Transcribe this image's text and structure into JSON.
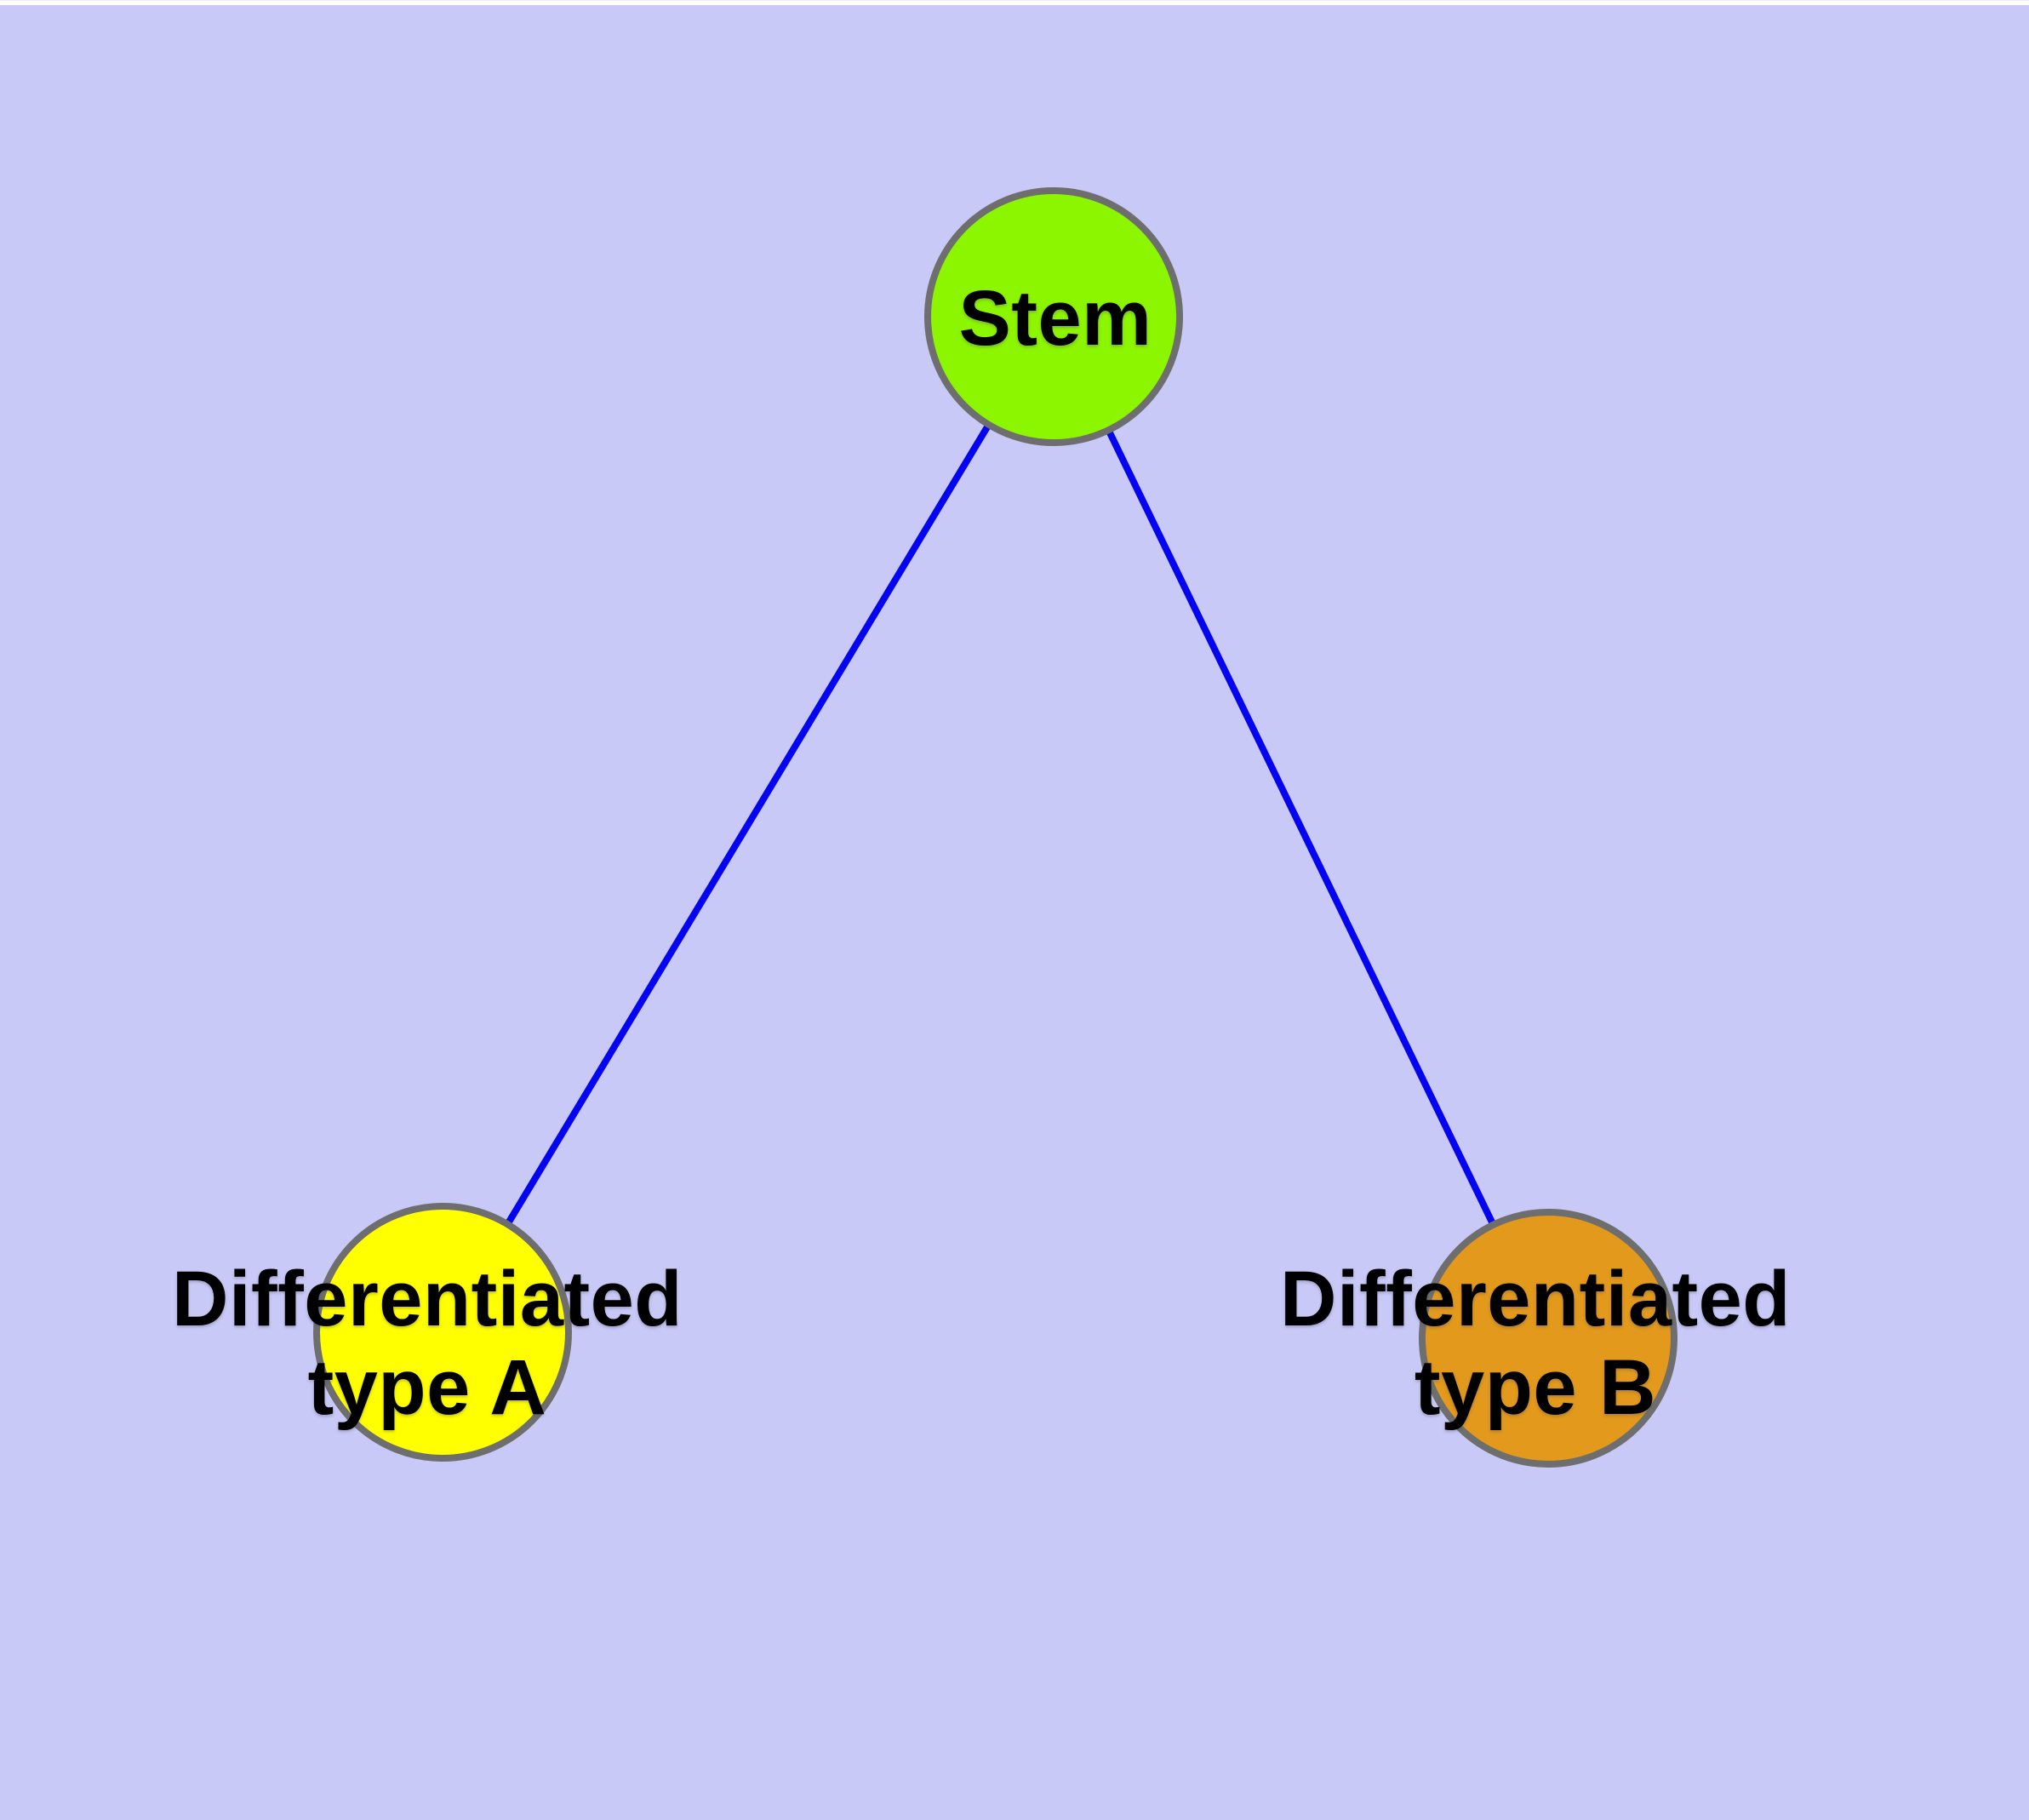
{
  "diagram": {
    "background_color": "#C9C9F8",
    "top_strip_color": "#FFFFFF",
    "edge_color": "#0404F0",
    "node_border_color": "#6E6E6E",
    "label_color": "#000000",
    "nodes": [
      {
        "id": "stem",
        "label": "Stem",
        "fill_color": "#8CF500"
      },
      {
        "id": "differentiated-type-a",
        "label_line1": "Differentiated",
        "label_line2": "type A",
        "fill_color": "#FFFF00"
      },
      {
        "id": "differentiated-type-b",
        "label_line1": "Differentiated",
        "label_line2": "type B",
        "fill_color": "#E2991C"
      }
    ],
    "edges": [
      {
        "from": "Stem",
        "to": "Differentiated type A"
      },
      {
        "from": "Stem",
        "to": "Differentiated type B"
      }
    ]
  }
}
